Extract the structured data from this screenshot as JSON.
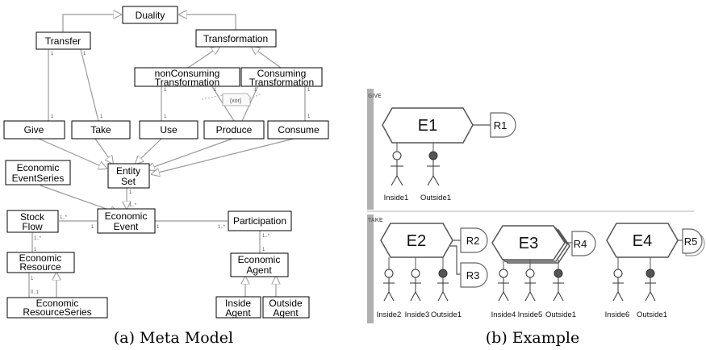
{
  "meta_model": {
    "caption": "(a) Meta Model",
    "classes": {
      "duality": "Duality",
      "transfer": "Transfer",
      "transformation": "Transformation",
      "non_consuming_1": "nonConsuming",
      "non_consuming_2": "Transformation",
      "consuming_1": "Consuming",
      "consuming_2": "Transformation",
      "give": "Give",
      "take": "Take",
      "use": "Use",
      "produce": "Produce",
      "consume": "Consume",
      "economic_event_series_1": "Economic",
      "economic_event_series_2": "EventSeries",
      "entity_set_1": "Entity",
      "entity_set_2": "Set",
      "stock_flow_1": "Stock",
      "stock_flow_2": "Flow",
      "economic_event_1": "Economic",
      "economic_event_2": "Event",
      "participation": "Participation",
      "economic_resource_1": "Economic",
      "economic_resource_2": "Resource",
      "economic_agent_1": "Economic",
      "economic_agent_2": "Agent",
      "economic_resource_series_1": "Economic",
      "economic_resource_series_2": "ResourceSeries",
      "inside_agent_1": "Inside",
      "inside_agent_2": "Agent",
      "outside_agent_1": "Outside",
      "outside_agent_2": "Agent"
    },
    "constraint": "{xor}",
    "multiplicities": {
      "one": "1",
      "one_many": "1..*",
      "zero_one": "0..1"
    }
  },
  "example": {
    "caption": "(b) Example",
    "give_section": {
      "label": "GIVE",
      "event": "E1",
      "resource": "R1",
      "agents": [
        "Inside1",
        "Outside1"
      ]
    },
    "take_section": {
      "label": "TAKE",
      "events": [
        "E2",
        "E3",
        "E4"
      ],
      "resources": [
        "R2",
        "R3",
        "R4",
        "R5"
      ],
      "agents_e2": [
        "Inside2",
        "Inside3",
        "Outside1"
      ],
      "agents_e3": [
        "Inside4",
        "Inside5",
        "Outside1"
      ],
      "agents_e4": [
        "Inside6",
        "Outside1"
      ]
    }
  }
}
